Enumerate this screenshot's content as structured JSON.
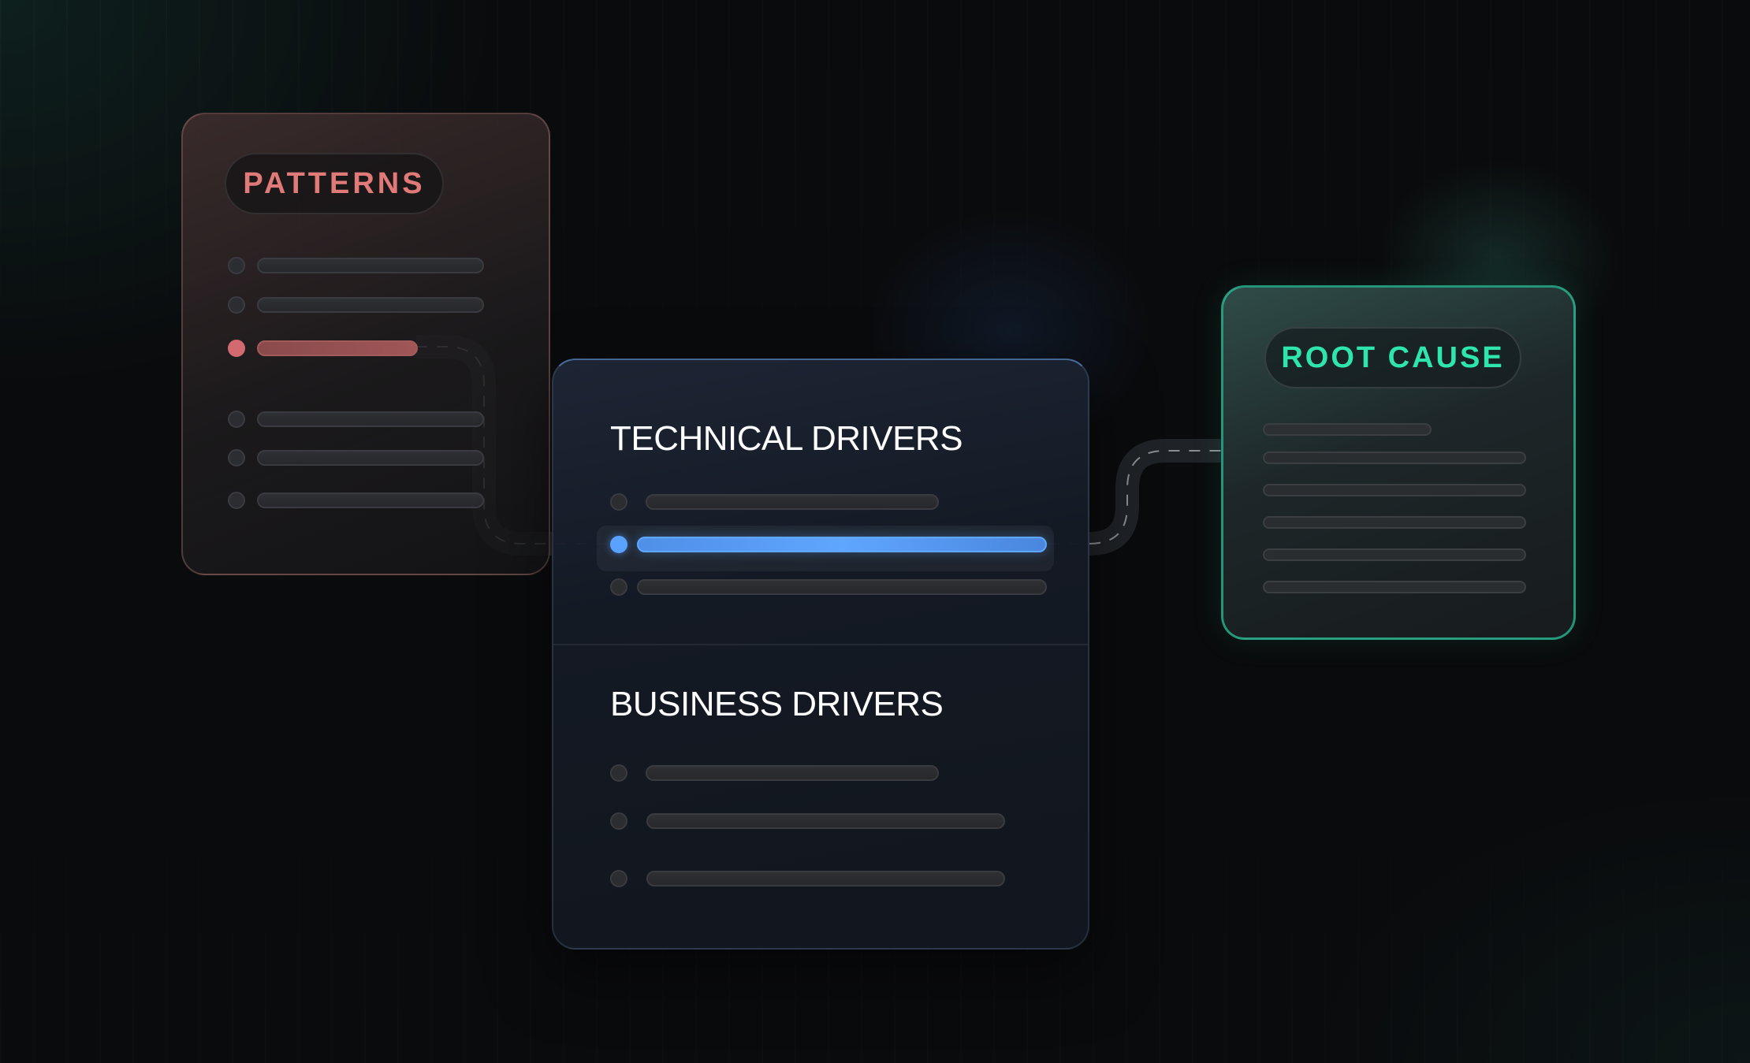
{
  "patterns_card": {
    "label": "PATTERNS",
    "items": [
      {
        "highlighted": false
      },
      {
        "highlighted": false
      },
      {
        "highlighted": true
      },
      {
        "highlighted": false
      },
      {
        "highlighted": false
      },
      {
        "highlighted": false
      }
    ],
    "accent_color": "#e07a78"
  },
  "drivers_card": {
    "technical_title": "TECHNICAL DRIVERS",
    "business_title": "BUSINESS DRIVERS",
    "technical_items": [
      {
        "highlighted": false
      },
      {
        "highlighted": true
      },
      {
        "highlighted": false
      }
    ],
    "business_items": [
      {
        "highlighted": false
      },
      {
        "highlighted": false
      },
      {
        "highlighted": false
      }
    ],
    "accent_color": "#5aa2ff"
  },
  "root_cause_card": {
    "label": "ROOT CAUSE",
    "line_count": 6,
    "accent_color": "#2ee6ad"
  }
}
